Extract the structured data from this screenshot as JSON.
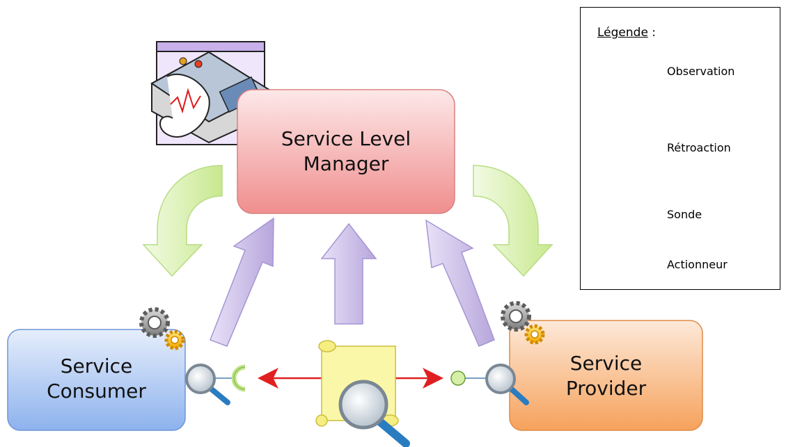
{
  "nodes": {
    "manager": {
      "line1": "Service Level",
      "line2": "Manager",
      "color": "#f4a3a3"
    },
    "consumer": {
      "line1": "Service",
      "line2": "Consumer",
      "color": "#9fbff0"
    },
    "provider": {
      "line1": "Service",
      "line2": "Provider",
      "color": "#f8b47a"
    }
  },
  "legend": {
    "title": "Légende",
    "title_suffix": " :",
    "items": [
      {
        "label": "Observation",
        "icon": "up-arrow-icon"
      },
      {
        "label": "Rétroaction",
        "icon": "curved-arrow-icon"
      },
      {
        "label": "Sonde",
        "icon": "magnifier-icon"
      },
      {
        "label": "Actionneur",
        "icon": "gears-icon"
      }
    ]
  },
  "colors": {
    "observation": "#c9bde6",
    "retroaction": "#d6efa6",
    "contract_arrow": "#e02020",
    "scroll": "#fbf7a8"
  }
}
